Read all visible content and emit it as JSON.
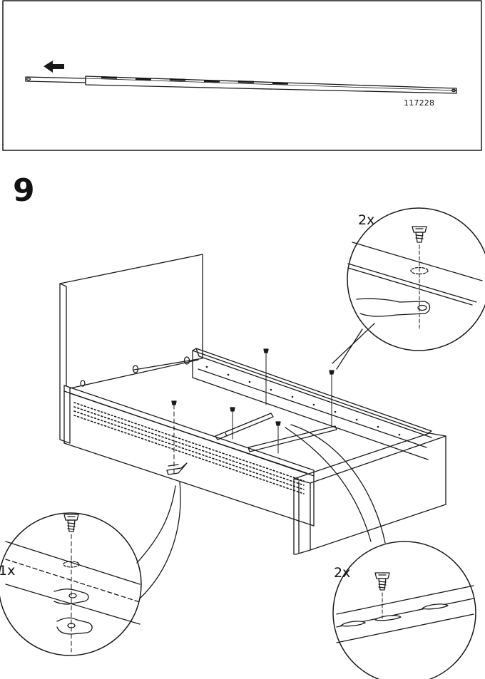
{
  "step_number": "9",
  "part_number": "117228",
  "callouts": {
    "top_right_qty": "2x",
    "bottom_left_qty": "1x",
    "bottom_right_qty": "2x"
  },
  "icons": {
    "direction_arrow": "left-arrow-icon",
    "fastener": "screw-icon"
  },
  "colors": {
    "line": "#1a1a1a",
    "background": "#ffffff"
  }
}
